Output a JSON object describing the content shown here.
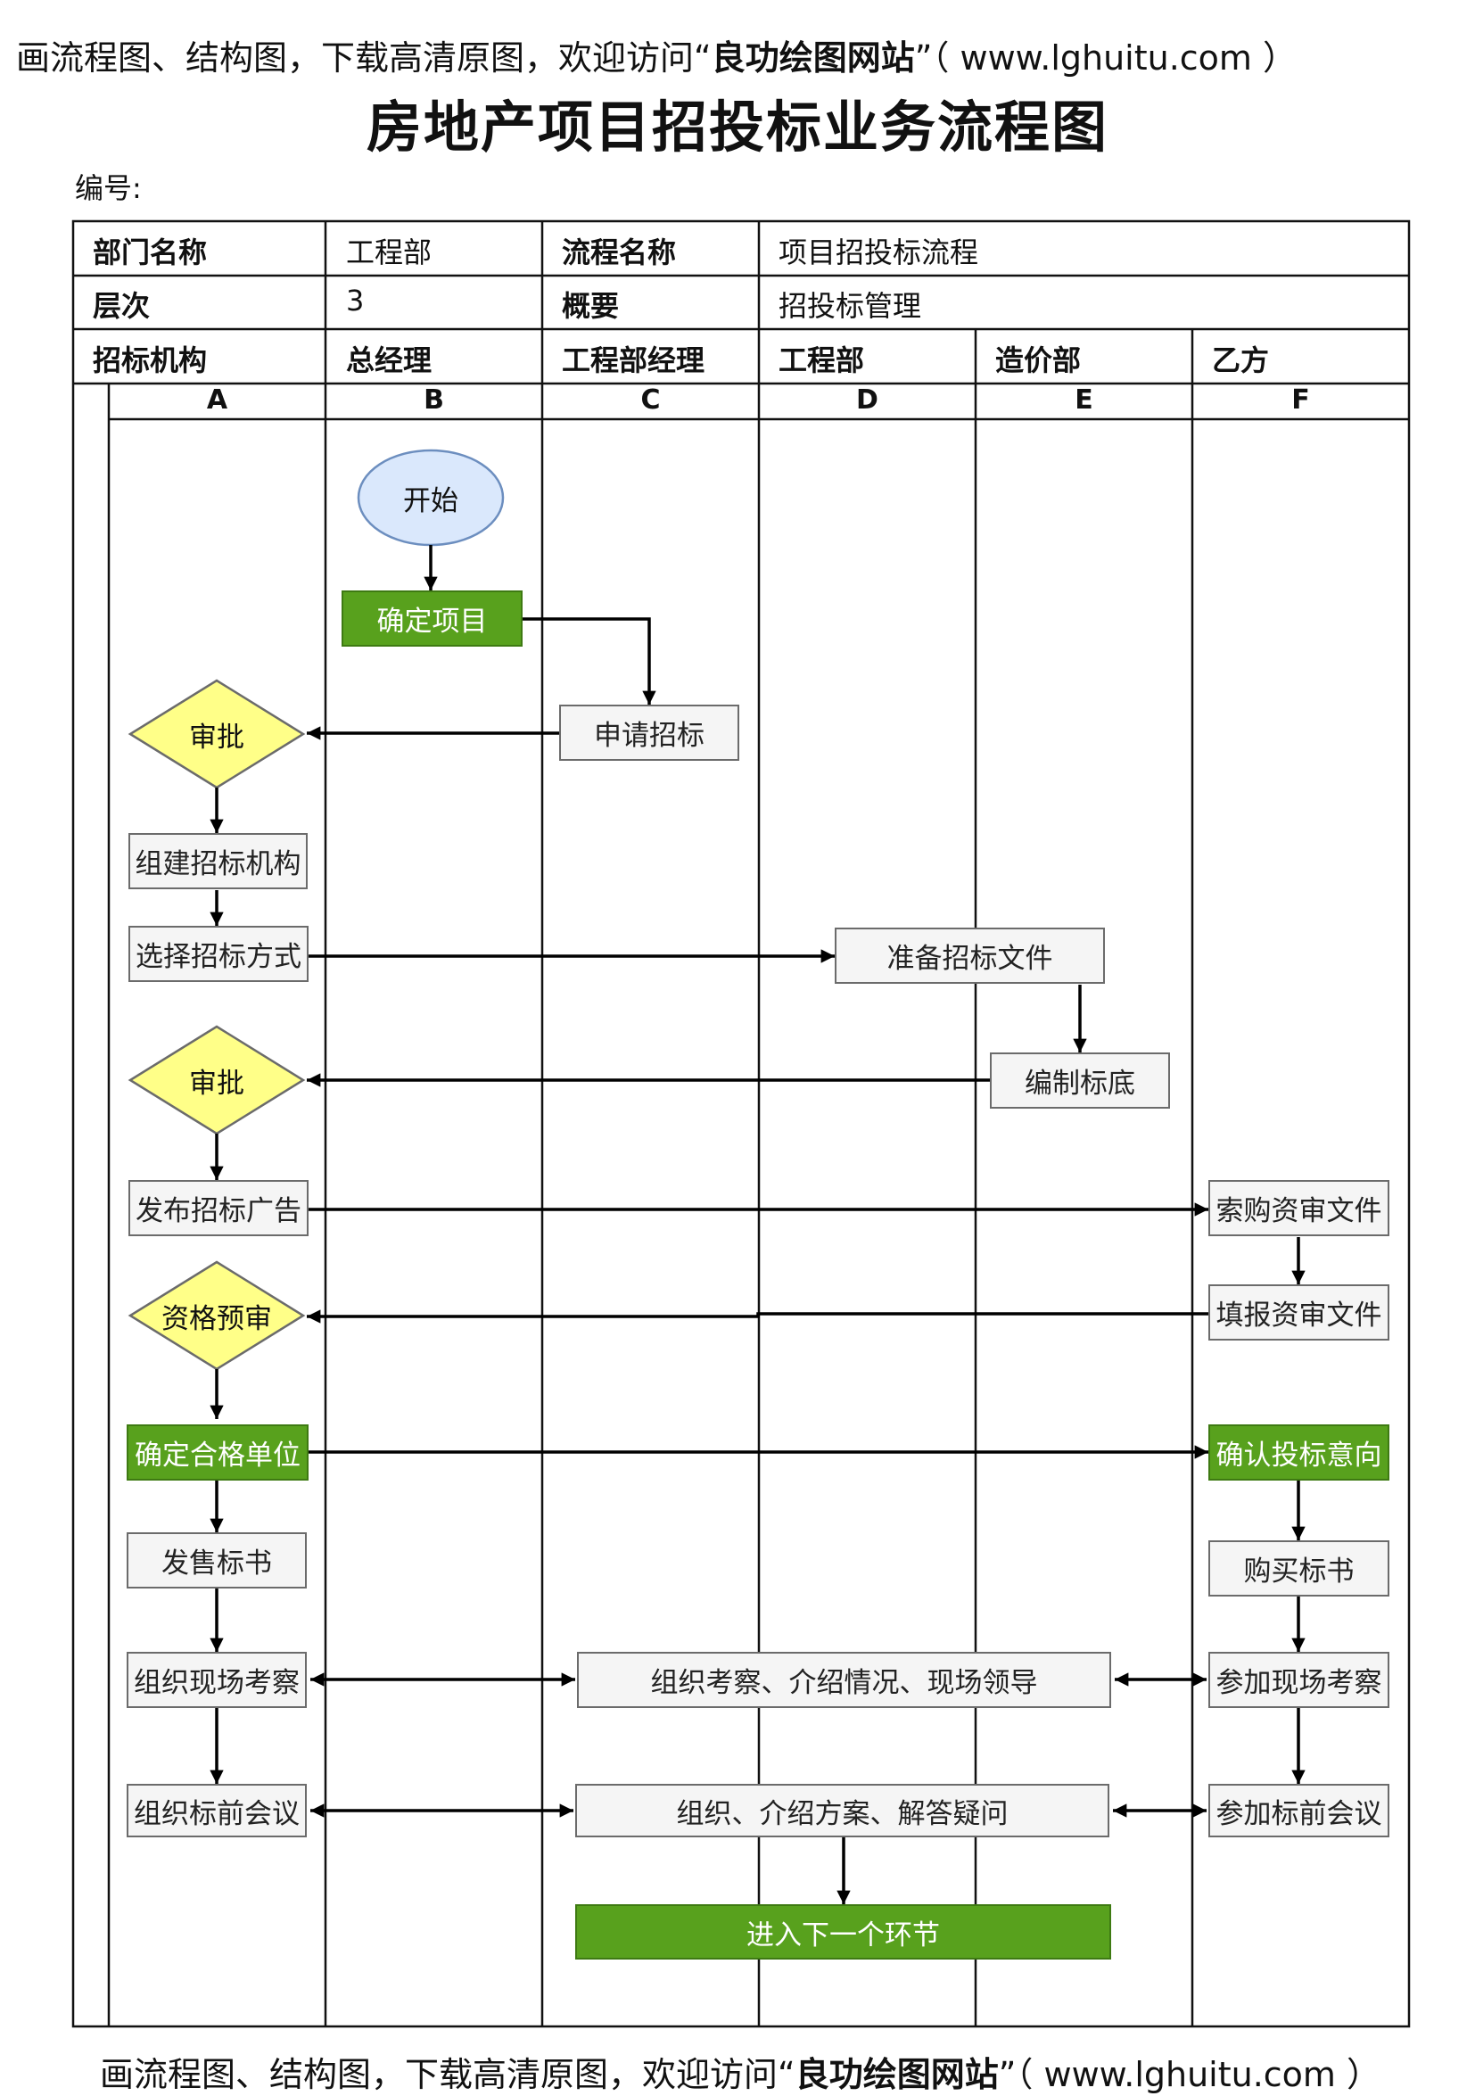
{
  "banner": {
    "prefix": "画流程图、结构图，下载高清原图，欢迎访问“",
    "site_name": "良功绘图网站",
    "suffix": "”（ www.lghuitu.com ）"
  },
  "title": "房地产项目招投标业务流程图",
  "doc_number_label": "编号:",
  "header_table": {
    "dept_label": "部门名称",
    "dept_value": "工程部",
    "process_label": "流程名称",
    "process_value": "项目招投标流程",
    "level_label": "层次",
    "level_value": "3",
    "summary_label": "概要",
    "summary_value": "招投标管理"
  },
  "roles": [
    "招标机构",
    "总经理",
    "工程部经理",
    "工程部",
    "造价部",
    "乙方"
  ],
  "columns": [
    "A",
    "B",
    "C",
    "D",
    "E",
    "F"
  ],
  "nodes": {
    "start": "开始",
    "confirm_project": "确定项目",
    "apply_bidding": "申请招标",
    "approve_1": "审批",
    "form_agency": "组建招标机构",
    "choose_method": "选择招标方式",
    "prepare_docs": "准备招标文件",
    "compile_base": "编制标底",
    "approve_2": "审批",
    "publish_ad": "发布招标广告",
    "buy_prequal_docs": "索购资审文件",
    "fill_prequal_docs": "填报资审文件",
    "prequalification": "资格预审",
    "confirm_qualified": "确定合格单位",
    "confirm_intent": "确认投标意向",
    "sell_tender": "发售标书",
    "buy_tender": "购买标书",
    "org_site_visit": "组织现场考察",
    "org_visit_intro": "组织考察、介绍情况、现场领导",
    "join_site_visit": "参加现场考察",
    "org_prebid": "组织标前会议",
    "org_intro_answer": "组织、介绍方案、解答疑问",
    "join_prebid": "参加标前会议",
    "next_stage": "进入下一个环节"
  },
  "colors": {
    "start_fill": "#dae8fc",
    "start_stroke": "#6c8ebf",
    "decision_fill": "#ffff88",
    "decision_stroke": "#6b6b6b",
    "green_fill": "#58a11d",
    "gray_fill": "#f5f5f5"
  }
}
